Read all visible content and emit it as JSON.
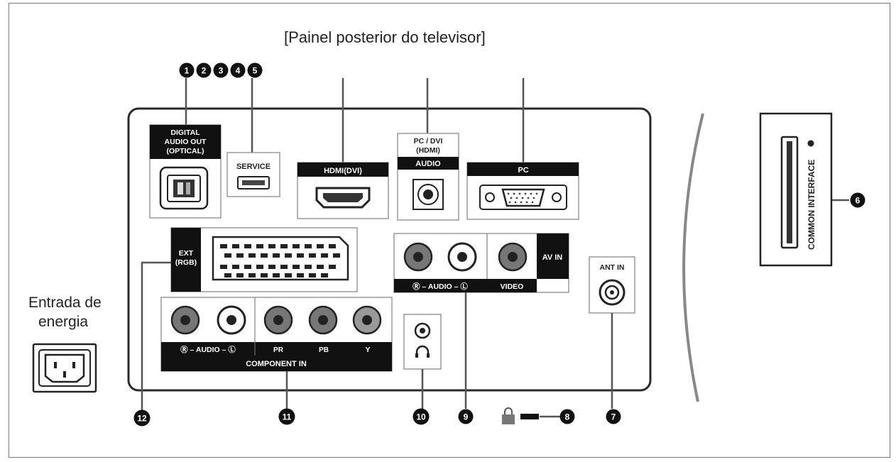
{
  "title": "[Painel posterior do televisor]",
  "power": {
    "line1": "Entrada de",
    "line2": "energia"
  },
  "ports": {
    "digital_audio_out": [
      "DIGITAL",
      "AUDIO OUT",
      "(OPTICAL)"
    ],
    "service": "SERVICE",
    "hdmi_dvi": "HDMI(DVI)",
    "pc_dvi_hdmi": [
      "PC / DVI",
      "(HDMI)"
    ],
    "audio": "AUDIO",
    "pc": "PC",
    "ext_rgb": [
      "EXT",
      "(RGB)"
    ],
    "av_audio": "Ⓡ – AUDIO – Ⓛ",
    "video": "VIDEO",
    "av_in": "AV IN",
    "ant_in": "ANT IN",
    "component_audio": "Ⓡ – AUDIO – Ⓛ",
    "pr": "PR",
    "pb": "PB",
    "y": "Y",
    "component_in": "COMPONENT IN",
    "common_interface": "COMMON INTERFACE"
  },
  "callouts": [
    "1",
    "2",
    "3",
    "4",
    "5",
    "6",
    "7",
    "8",
    "9",
    "10",
    "11",
    "12"
  ]
}
